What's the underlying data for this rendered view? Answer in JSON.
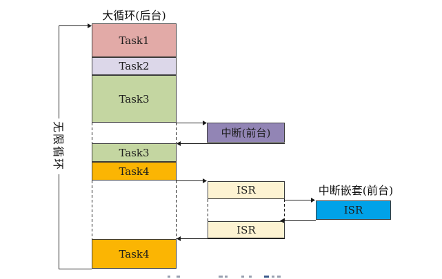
{
  "title": "大循环(后台)",
  "infinite_loop_label": "无限循环",
  "interrupt_nested_label": "中断嵌套(前台)",
  "boxes": {
    "task1": {
      "label": "Task1",
      "color": "#e2aaa7"
    },
    "task2": {
      "label": "Task2",
      "color": "#dcd7e9"
    },
    "task3": {
      "label": "Task3",
      "color": "#c4d6a1"
    },
    "task3_resume": {
      "label": "Task3",
      "color": "#c4d6a1"
    },
    "task4": {
      "label": "Task4",
      "color": "#fbb503"
    },
    "task4_resume": {
      "label": "Task4",
      "color": "#fbb503"
    },
    "interrupt": {
      "label": "中断(前台)",
      "color": "#9285b5"
    },
    "isr_first": {
      "label": "ISR",
      "color": "#fdf3d2"
    },
    "isr_second": {
      "label": "ISR",
      "color": "#fdf3d2"
    },
    "isr_nested": {
      "label": "ISR",
      "color": "#00a2e8"
    }
  },
  "line_color": "#1a1a1a"
}
